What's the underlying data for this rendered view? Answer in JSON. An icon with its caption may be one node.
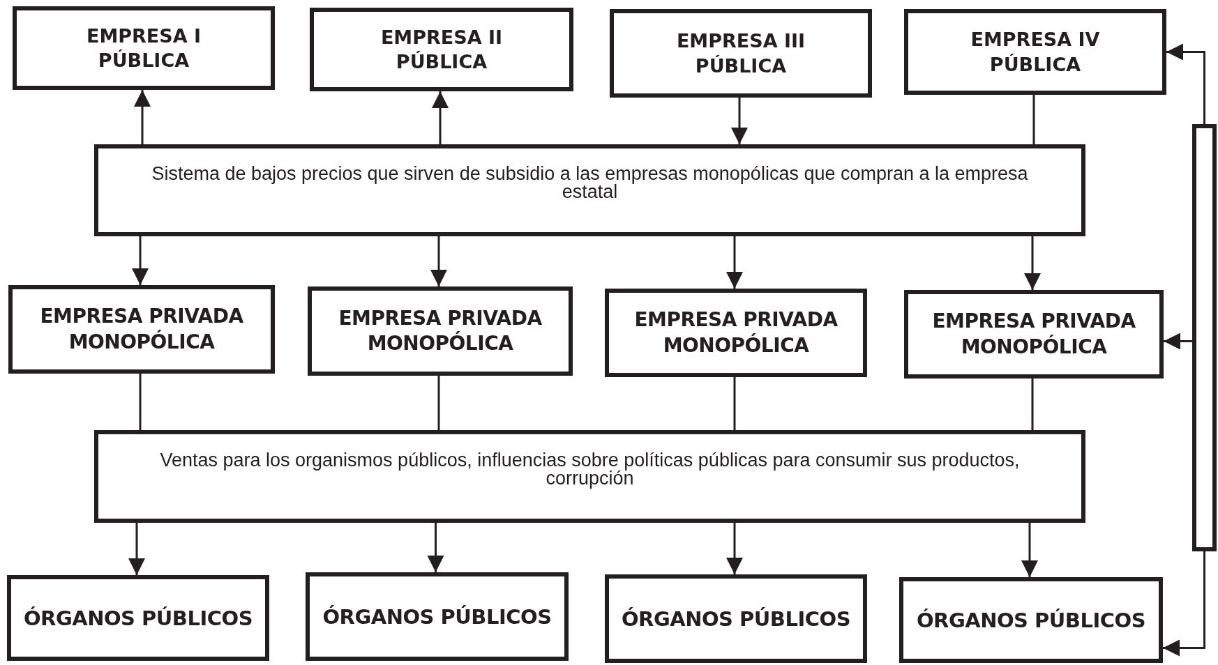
{
  "diagram": {
    "nodes": [
      {
        "text": [
          "EMPRESA  I PÚBLICA"
        ]
      },
      {
        "text": [
          "EMPRESA  II PÚBLICA"
        ]
      },
      {
        "text": [
          "EMPRESA  III PÚBLICA"
        ]
      },
      {
        "text": [
          "EMPRESA  IV PÚBLICA"
        ]
      },
      {
        "text": [
          "Sistema de bajos precios que sirven de subsidio a las empresas monopólicas que compran a la empresa estatal"
        ]
      },
      {
        "text": [
          "EMPRESA PRIVADA MONOPÓLICA"
        ]
      },
      {
        "text": [
          "EMPRESA PRIVADA MONOPÓLICA"
        ]
      },
      {
        "text": [
          "EMPRESA PRIVADA MONOPÓLICA"
        ]
      },
      {
        "text": [
          "EMPRESA PRIVADA MONOPÓLICA"
        ]
      },
      {
        "text": [
          "Ventas para los organismos públicos, influencias sobre políticas públicas para consumir sus productos, corrupción"
        ]
      },
      {
        "text": [
          "ÓRGANOS PÚBLICOS"
        ]
      },
      {
        "text": [
          "ÓRGANOS PÚBLICOS"
        ]
      },
      {
        "text": [
          "ÓRGANOS PÚBLICOS"
        ]
      },
      {
        "text": [
          "ÓRGANOS PÚBLICOS"
        ]
      },
      {
        "text": [],
        "shape": "bar"
      }
    ],
    "edges": [
      {
        "from": 4,
        "to": 0,
        "arrow": "to"
      },
      {
        "from": 4,
        "to": 1,
        "arrow": "to"
      },
      {
        "from": 2,
        "to": 4,
        "arrow": "to"
      },
      {
        "from": 3,
        "to": 4,
        "arrow": "none"
      },
      {
        "from": 4,
        "to": 5,
        "arrow": "to"
      },
      {
        "from": 4,
        "to": 6,
        "arrow": "to"
      },
      {
        "from": 4,
        "to": 7,
        "arrow": "to"
      },
      {
        "from": 4,
        "to": 8,
        "arrow": "to"
      },
      {
        "from": 5,
        "to": 9,
        "arrow": "none"
      },
      {
        "from": 6,
        "to": 9,
        "arrow": "none"
      },
      {
        "from": 7,
        "to": 9,
        "arrow": "none"
      },
      {
        "from": 8,
        "to": 9,
        "arrow": "none"
      },
      {
        "from": 9,
        "to": 10,
        "arrow": "to"
      },
      {
        "from": 9,
        "to": 11,
        "arrow": "to"
      },
      {
        "from": 9,
        "to": 12,
        "arrow": "to"
      },
      {
        "from": 9,
        "to": 13,
        "arrow": "to"
      },
      {
        "from": 14,
        "to": 3,
        "arrow": "to"
      },
      {
        "from": 14,
        "to": 8,
        "arrow": "to"
      },
      {
        "from": 14,
        "to": 13,
        "arrow": "to"
      }
    ]
  }
}
